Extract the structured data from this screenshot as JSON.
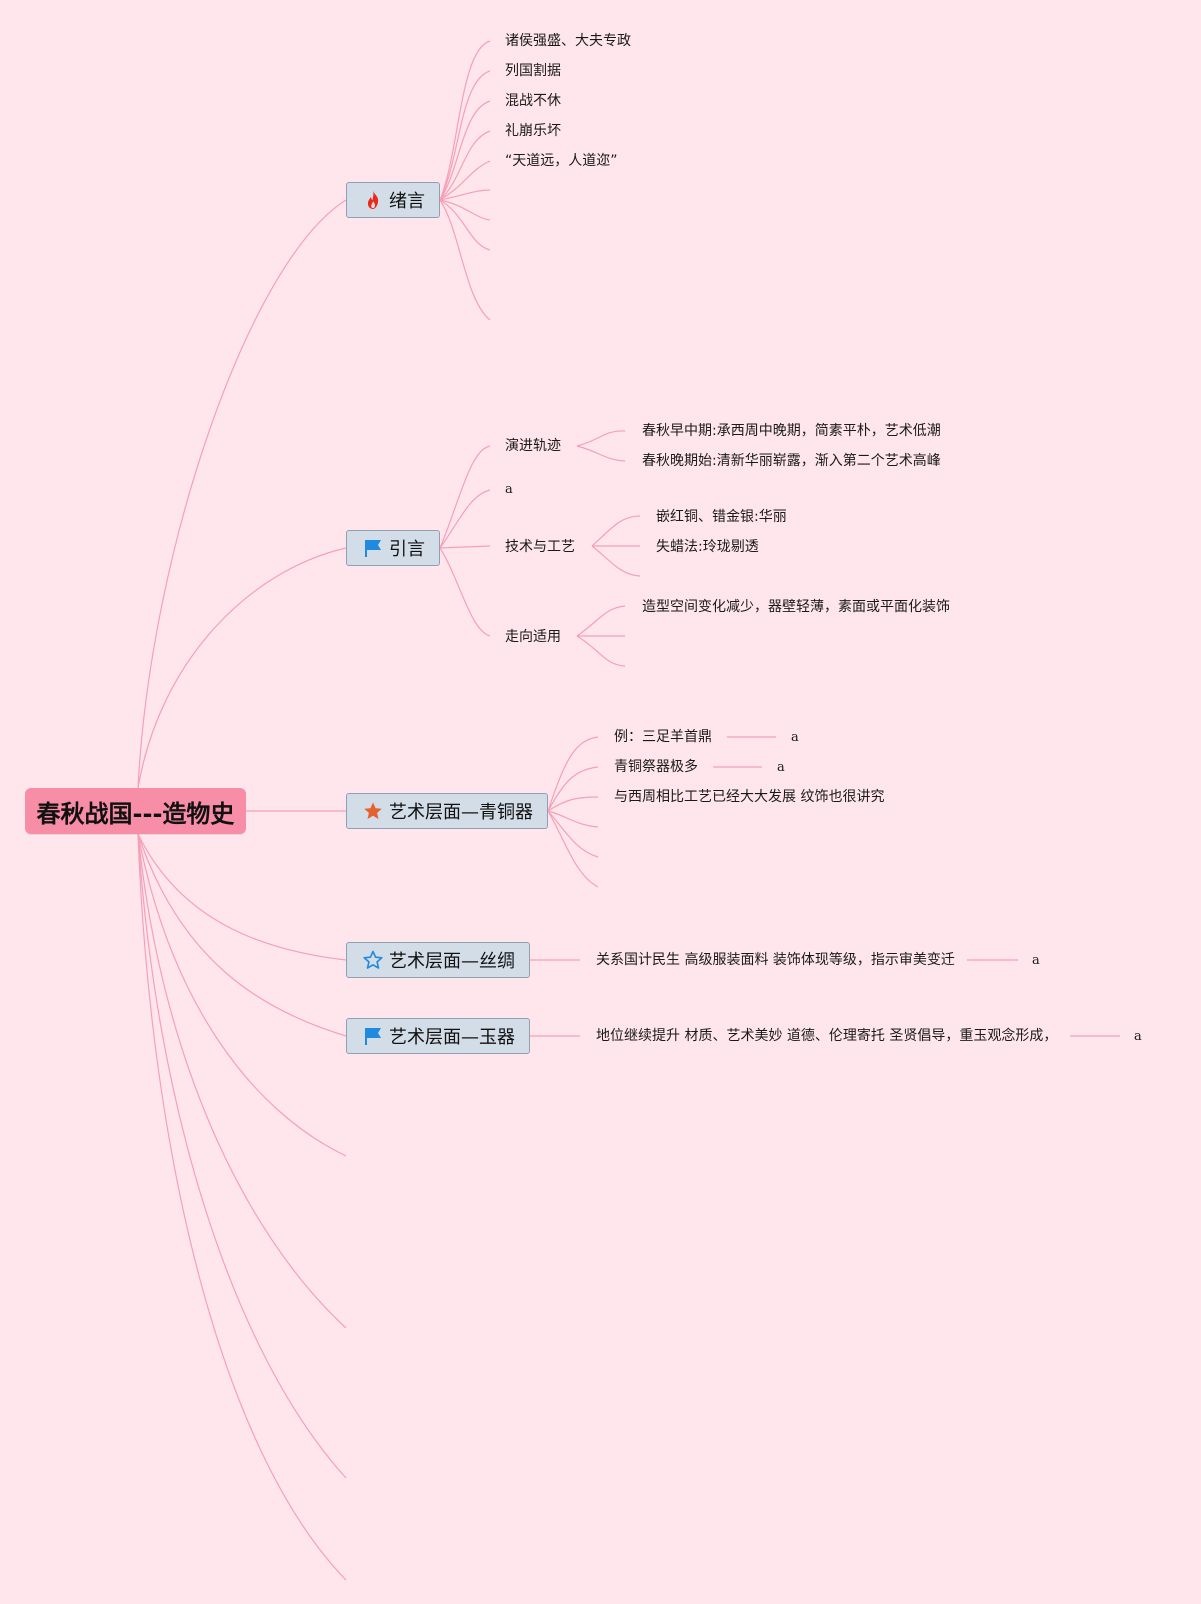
{
  "root": {
    "title": "春秋战国---造物史"
  },
  "topics": {
    "intro": {
      "label": "绪言",
      "icon": "fire-icon"
    },
    "preface": {
      "label": "引言",
      "icon": "flag-icon"
    },
    "bronze": {
      "label": "艺术层面—青铜器",
      "icon": "star-filled-icon"
    },
    "silk": {
      "label": "艺术层面—丝绸",
      "icon": "star-outline-icon"
    },
    "jade": {
      "label": "艺术层面—玉器",
      "icon": "flag-icon"
    }
  },
  "intro_items": [
    "诸侯强盛、大夫专政",
    "列国割据",
    "混战不休",
    "礼崩乐坏",
    "“天道远，人道迩”"
  ],
  "preface_items": {
    "evolution": {
      "label": "演进轨迹",
      "children": [
        "春秋早中期:承西周中晚期，简素平朴，艺术低潮",
        "春秋晚期始:清新华丽崭露，渐入第二个艺术高峰"
      ]
    },
    "a_label": "a",
    "tech": {
      "label": "技术与工艺",
      "children": [
        "嵌红铜、错金银:华丽",
        "失蜡法:玲珑剔透"
      ]
    },
    "practical": {
      "label": "走向适用",
      "children": [
        "造型空间变化减少，器壁轻薄，素面或平面化装饰"
      ]
    }
  },
  "bronze_items": [
    {
      "label": "例：三足羊首鼎",
      "note": "a"
    },
    {
      "label": "青铜祭器极多",
      "note": "a"
    },
    {
      "label": "与西周相比工艺已经大大发展 纹饰也很讲究"
    }
  ],
  "silk_item": {
    "label": "关系国计民生 高级服装面料 装饰体现等级，指示审美变迁",
    "note": "a"
  },
  "jade_item": {
    "label": "地位继续提升 材质、艺术美妙 道德、伦理寄托 圣贤倡导，重玉观念形成，",
    "note": "a"
  },
  "colors": {
    "background": "#FFE6EC",
    "line": "#F5A0B8",
    "root": "#F78DA7",
    "topic_fill": "#D3DDE8",
    "topic_border": "#8FA0B2"
  }
}
